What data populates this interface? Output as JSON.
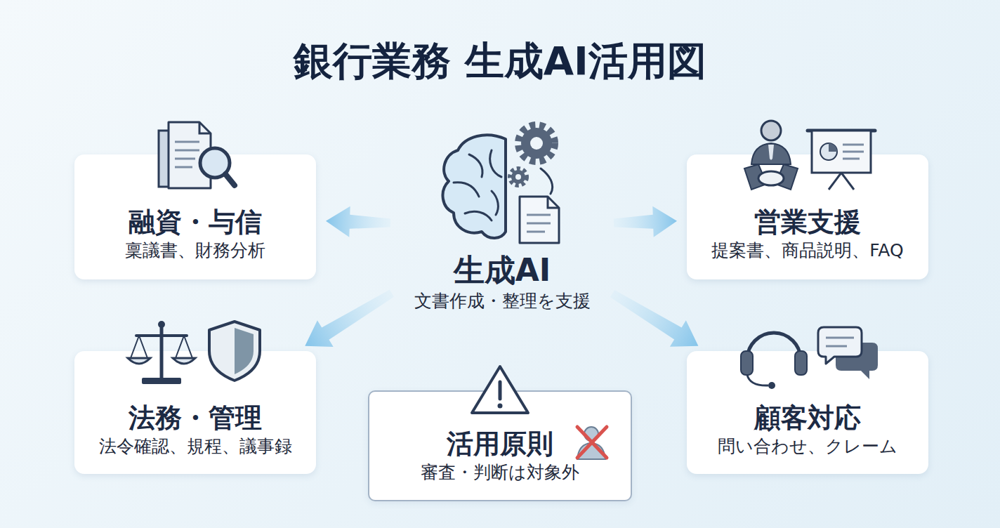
{
  "diagram": {
    "title": "銀行業務 生成AI活用図",
    "nodes": [
      {
        "text": [
          "融資・与信",
          "稟議書、財務分析"
        ]
      },
      {
        "text": [
          "生成AI",
          "文書作成・整理を支援"
        ]
      },
      {
        "text": [
          "営業支援",
          "提案書、商品説明、FAQ"
        ]
      },
      {
        "text": [
          "法務・管理",
          "法令確認、規程、議事録"
        ]
      },
      {
        "text": [
          "活用原則",
          "審査・判断は対象外"
        ]
      },
      {
        "text": [
          "顧客対応",
          "問い合わせ、クレーム"
        ]
      }
    ],
    "edges": [
      {
        "from": 1,
        "to": 0,
        "arrow": "to"
      },
      {
        "from": 1,
        "to": 2,
        "arrow": "to"
      },
      {
        "from": 1,
        "to": 3,
        "arrow": "to"
      },
      {
        "from": 1,
        "to": 5,
        "arrow": "to"
      }
    ]
  }
}
